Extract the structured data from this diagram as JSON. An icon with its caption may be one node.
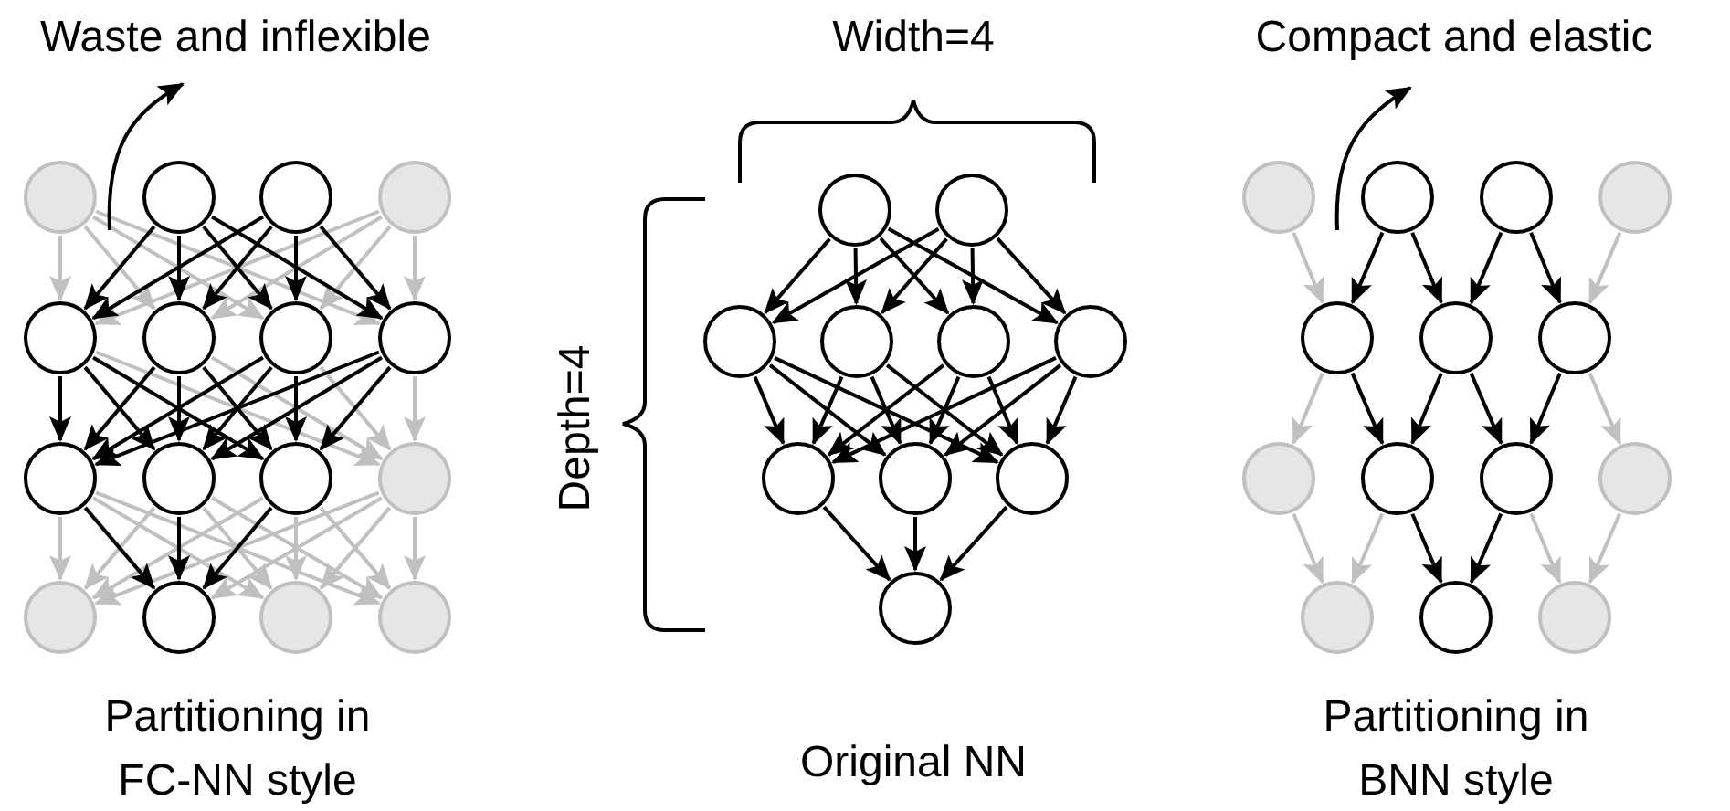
{
  "diagram": {
    "nodes": [
      {
        "text": [],
        "shape": "circle"
      },
      {
        "text": [],
        "shape": "circle"
      },
      {
        "text": [],
        "shape": "circle"
      },
      {
        "text": [],
        "shape": "circle"
      },
      {
        "text": [],
        "shape": "circle"
      },
      {
        "text": [],
        "shape": "circle"
      },
      {
        "text": [],
        "shape": "circle"
      },
      {
        "text": [],
        "shape": "circle"
      },
      {
        "text": [],
        "shape": "circle"
      },
      {
        "text": [],
        "shape": "circle"
      },
      {
        "text": [],
        "shape": "circle"
      },
      {
        "text": [],
        "shape": "circle"
      },
      {
        "text": [],
        "shape": "circle"
      },
      {
        "text": [],
        "shape": "circle"
      },
      {
        "text": [],
        "shape": "circle"
      },
      {
        "text": [],
        "shape": "circle"
      },
      {
        "text": [],
        "shape": "circle"
      },
      {
        "text": [],
        "shape": "circle"
      },
      {
        "text": [],
        "shape": "circle"
      },
      {
        "text": [],
        "shape": "circle"
      },
      {
        "text": [],
        "shape": "circle"
      },
      {
        "text": [],
        "shape": "circle"
      },
      {
        "text": [],
        "shape": "circle"
      },
      {
        "text": [],
        "shape": "circle"
      },
      {
        "text": [],
        "shape": "circle"
      },
      {
        "text": [],
        "shape": "circle"
      },
      {
        "text": [],
        "shape": "circle"
      },
      {
        "text": [],
        "shape": "circle"
      },
      {
        "text": [],
        "shape": "circle"
      },
      {
        "text": [],
        "shape": "circle"
      },
      {
        "text": [],
        "shape": "circle"
      },
      {
        "text": [],
        "shape": "circle"
      },
      {
        "text": [],
        "shape": "circle"
      },
      {
        "text": [],
        "shape": "circle"
      },
      {
        "text": [],
        "shape": "circle"
      },
      {
        "text": [],
        "shape": "circle"
      },
      {
        "text": [],
        "shape": "circle"
      },
      {
        "text": [],
        "shape": "circle"
      },
      {
        "text": [],
        "shape": "circle"
      },
      {
        "text": [],
        "shape": "circle"
      }
    ],
    "edges": [
      {
        "from": 0,
        "to": 4,
        "arrow": "to",
        "color": "#c0c0c0"
      },
      {
        "from": 0,
        "to": 5,
        "arrow": "to",
        "color": "#c0c0c0"
      },
      {
        "from": 0,
        "to": 6,
        "arrow": "to",
        "color": "#c0c0c0"
      },
      {
        "from": 0,
        "to": 7,
        "arrow": "to",
        "color": "#c0c0c0"
      },
      {
        "from": 3,
        "to": 4,
        "arrow": "to",
        "color": "#c0c0c0"
      },
      {
        "from": 3,
        "to": 5,
        "arrow": "to",
        "color": "#c0c0c0"
      },
      {
        "from": 3,
        "to": 6,
        "arrow": "to",
        "color": "#c0c0c0"
      },
      {
        "from": 3,
        "to": 7,
        "arrow": "to",
        "color": "#c0c0c0"
      },
      {
        "from": 1,
        "to": 4,
        "arrow": "to"
      },
      {
        "from": 1,
        "to": 5,
        "arrow": "to"
      },
      {
        "from": 1,
        "to": 6,
        "arrow": "to"
      },
      {
        "from": 1,
        "to": 7,
        "arrow": "to"
      },
      {
        "from": 2,
        "to": 4,
        "arrow": "to"
      },
      {
        "from": 2,
        "to": 5,
        "arrow": "to"
      },
      {
        "from": 2,
        "to": 6,
        "arrow": "to"
      },
      {
        "from": 2,
        "to": 7,
        "arrow": "to"
      },
      {
        "from": 4,
        "to": 11,
        "arrow": "to",
        "color": "#c0c0c0"
      },
      {
        "from": 5,
        "to": 11,
        "arrow": "to",
        "color": "#c0c0c0"
      },
      {
        "from": 6,
        "to": 11,
        "arrow": "to",
        "color": "#c0c0c0"
      },
      {
        "from": 7,
        "to": 11,
        "arrow": "to",
        "color": "#c0c0c0"
      },
      {
        "from": 4,
        "to": 8,
        "arrow": "to"
      },
      {
        "from": 4,
        "to": 9,
        "arrow": "to"
      },
      {
        "from": 4,
        "to": 10,
        "arrow": "to"
      },
      {
        "from": 5,
        "to": 8,
        "arrow": "to"
      },
      {
        "from": 5,
        "to": 9,
        "arrow": "to"
      },
      {
        "from": 5,
        "to": 10,
        "arrow": "to"
      },
      {
        "from": 6,
        "to": 8,
        "arrow": "to"
      },
      {
        "from": 6,
        "to": 9,
        "arrow": "to"
      },
      {
        "from": 6,
        "to": 10,
        "arrow": "to"
      },
      {
        "from": 7,
        "to": 8,
        "arrow": "to"
      },
      {
        "from": 7,
        "to": 9,
        "arrow": "to"
      },
      {
        "from": 7,
        "to": 10,
        "arrow": "to"
      },
      {
        "from": 8,
        "to": 12,
        "arrow": "to",
        "color": "#c0c0c0"
      },
      {
        "from": 8,
        "to": 14,
        "arrow": "to",
        "color": "#c0c0c0"
      },
      {
        "from": 8,
        "to": 15,
        "arrow": "to",
        "color": "#c0c0c0"
      },
      {
        "from": 9,
        "to": 12,
        "arrow": "to",
        "color": "#c0c0c0"
      },
      {
        "from": 9,
        "to": 14,
        "arrow": "to",
        "color": "#c0c0c0"
      },
      {
        "from": 9,
        "to": 15,
        "arrow": "to",
        "color": "#c0c0c0"
      },
      {
        "from": 10,
        "to": 12,
        "arrow": "to",
        "color": "#c0c0c0"
      },
      {
        "from": 10,
        "to": 14,
        "arrow": "to",
        "color": "#c0c0c0"
      },
      {
        "from": 10,
        "to": 15,
        "arrow": "to",
        "color": "#c0c0c0"
      },
      {
        "from": 11,
        "to": 12,
        "arrow": "to",
        "color": "#c0c0c0"
      },
      {
        "from": 11,
        "to": 13,
        "arrow": "to",
        "color": "#c0c0c0"
      },
      {
        "from": 11,
        "to": 14,
        "arrow": "to",
        "color": "#c0c0c0"
      },
      {
        "from": 11,
        "to": 15,
        "arrow": "to",
        "color": "#c0c0c0"
      },
      {
        "from": 8,
        "to": 13,
        "arrow": "to"
      },
      {
        "from": 9,
        "to": 13,
        "arrow": "to"
      },
      {
        "from": 10,
        "to": 13,
        "arrow": "to"
      },
      {
        "from": 16,
        "to": 18,
        "arrow": "to"
      },
      {
        "from": 16,
        "to": 19,
        "arrow": "to"
      },
      {
        "from": 16,
        "to": 20,
        "arrow": "to"
      },
      {
        "from": 16,
        "to": 21,
        "arrow": "to"
      },
      {
        "from": 17,
        "to": 18,
        "arrow": "to"
      },
      {
        "from": 17,
        "to": 19,
        "arrow": "to"
      },
      {
        "from": 17,
        "to": 20,
        "arrow": "to"
      },
      {
        "from": 17,
        "to": 21,
        "arrow": "to"
      },
      {
        "from": 18,
        "to": 22,
        "arrow": "to"
      },
      {
        "from": 18,
        "to": 23,
        "arrow": "to"
      },
      {
        "from": 18,
        "to": 24,
        "arrow": "to"
      },
      {
        "from": 19,
        "to": 22,
        "arrow": "to"
      },
      {
        "from": 19,
        "to": 23,
        "arrow": "to"
      },
      {
        "from": 19,
        "to": 24,
        "arrow": "to"
      },
      {
        "from": 20,
        "to": 22,
        "arrow": "to"
      },
      {
        "from": 20,
        "to": 23,
        "arrow": "to"
      },
      {
        "from": 20,
        "to": 24,
        "arrow": "to"
      },
      {
        "from": 21,
        "to": 22,
        "arrow": "to"
      },
      {
        "from": 21,
        "to": 23,
        "arrow": "to"
      },
      {
        "from": 21,
        "to": 24,
        "arrow": "to"
      },
      {
        "from": 22,
        "to": 25,
        "arrow": "to"
      },
      {
        "from": 23,
        "to": 25,
        "arrow": "to"
      },
      {
        "from": 24,
        "to": 25,
        "arrow": "to"
      },
      {
        "from": 26,
        "to": 30,
        "arrow": "to",
        "color": "#c0c0c0"
      },
      {
        "from": 27,
        "to": 30,
        "arrow": "to"
      },
      {
        "from": 27,
        "to": 31,
        "arrow": "to"
      },
      {
        "from": 28,
        "to": 31,
        "arrow": "to"
      },
      {
        "from": 28,
        "to": 32,
        "arrow": "to"
      },
      {
        "from": 29,
        "to": 32,
        "arrow": "to",
        "color": "#c0c0c0"
      },
      {
        "from": 30,
        "to": 33,
        "arrow": "to",
        "color": "#c0c0c0"
      },
      {
        "from": 30,
        "to": 34,
        "arrow": "to"
      },
      {
        "from": 31,
        "to": 34,
        "arrow": "to"
      },
      {
        "from": 31,
        "to": 35,
        "arrow": "to"
      },
      {
        "from": 32,
        "to": 35,
        "arrow": "to"
      },
      {
        "from": 32,
        "to": 36,
        "arrow": "to",
        "color": "#c0c0c0"
      },
      {
        "from": 33,
        "to": 37,
        "arrow": "to",
        "color": "#c0c0c0"
      },
      {
        "from": 34,
        "to": 37,
        "arrow": "to",
        "color": "#c0c0c0"
      },
      {
        "from": 34,
        "to": 38,
        "arrow": "to"
      },
      {
        "from": 35,
        "to": 38,
        "arrow": "to"
      },
      {
        "from": 35,
        "to": 39,
        "arrow": "to",
        "color": "#c0c0c0"
      },
      {
        "from": 36,
        "to": 39,
        "arrow": "to",
        "color": "#c0c0c0"
      }
    ],
    "labels": [
      "Waste and inflexible",
      "Width=4",
      "Compact and elastic",
      "Depth=4",
      "Partitioning in FC-NN style",
      "Original NN",
      "Partitioning in BNN style"
    ]
  }
}
